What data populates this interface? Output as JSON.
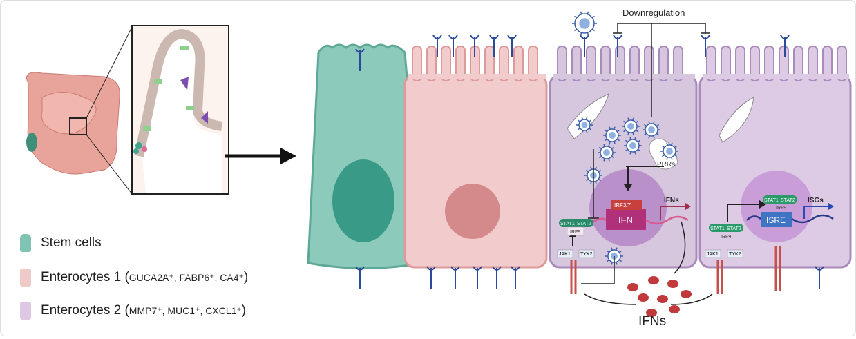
{
  "legend": [
    {
      "label": "Stem cells",
      "markers": "",
      "color": "#7fc4b2"
    },
    {
      "label": "Enterocytes 1 (",
      "markers": "GUCA2A⁺, FABP6⁺, CA4⁺",
      "close": ")",
      "color": "#f0c9c9"
    },
    {
      "label": "Enterocytes 2 (",
      "markers": "MMP7⁺, MUC1⁺, CXCL1⁺",
      "close": ")",
      "color": "#ddc9e6"
    }
  ],
  "labels": {
    "downregulation": "Downregulation",
    "prrs": "PRRs",
    "irf37": "IRF3/7",
    "ifn": "IFN",
    "ifns_out": "IFNs",
    "stat1": "STAT1",
    "stat2": "STAT2",
    "irf9": "IRF9",
    "jak1": "JAK1",
    "tyk2": "TYK2",
    "isre": "ISRE",
    "isgs": "ISGs",
    "ifns_bottom": "IFNs"
  },
  "colors": {
    "stem": "#8ccabb",
    "enterocyte1": "#f2cccc",
    "enterocyte2": "#dccbe3",
    "ifn_dots": "#c0393b",
    "virus": "#3a5fa8"
  }
}
